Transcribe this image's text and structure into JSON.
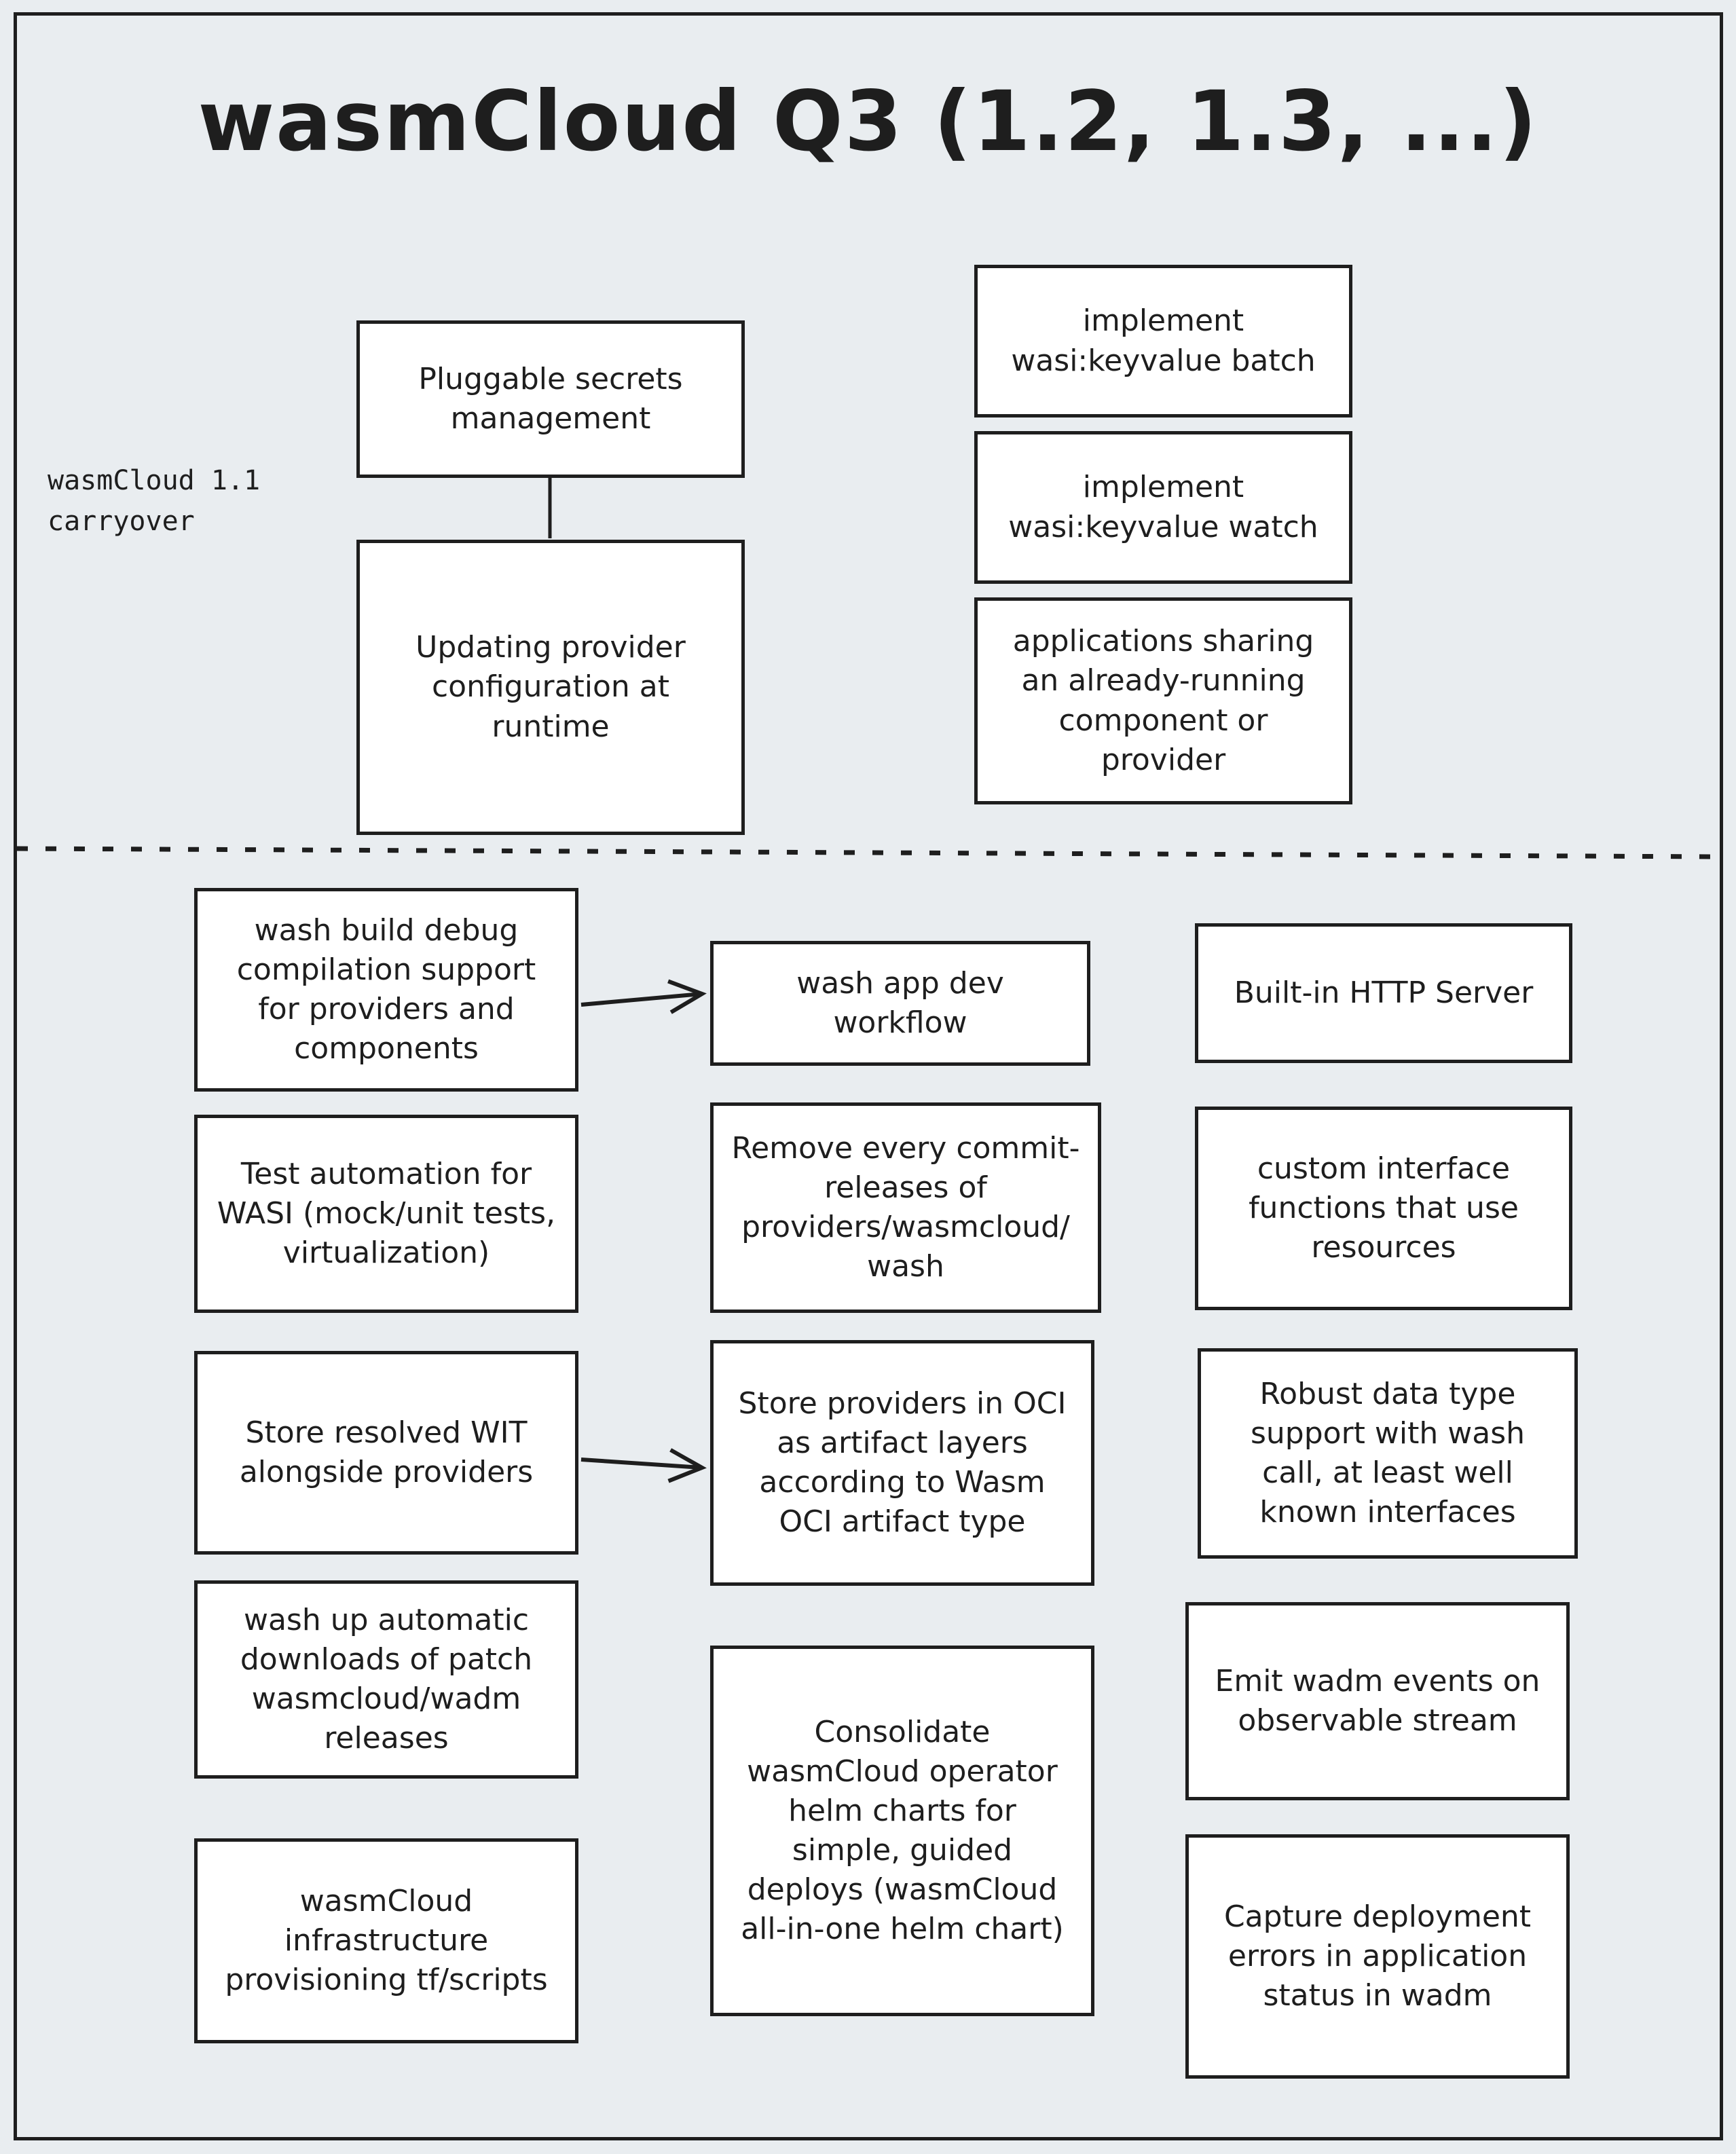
{
  "canvas": {
    "background": "#e9edf0",
    "stroke_color": "#1e1e1e",
    "box_fill": "#ffffff"
  },
  "title": "wasmCloud Q3 (1.2, 1.3, ...)",
  "carryover_note": {
    "line1": "wasmCloud 1.1",
    "line2": "carryover"
  },
  "carryover_items": {
    "pluggable_secrets": "Pluggable secrets management",
    "updating_provider": "Updating provider configuration at runtime",
    "kv_batch": "implement wasi:keyvalue batch",
    "kv_watch": "implement wasi:keyvalue watch",
    "app_sharing": "applications sharing an already-running component or provider"
  },
  "q3_items": {
    "wash_build_debug": "wash build debug compilation support for providers and components",
    "wash_app_dev": "wash app dev workflow",
    "builtin_http_server": "Built-in HTTP Server",
    "test_automation": "Test automation for WASI (mock/unit tests, virtualization)",
    "remove_commit_releases": "Remove every commit-releases of providers/wasmcloud/wash",
    "custom_interface_resources": "custom interface functions that use resources",
    "store_resolved_wit": "Store resolved WIT alongside providers",
    "store_providers_oci": "Store providers in OCI as artifact layers according to Wasm OCI artifact type",
    "robust_data_type": "Robust data type support with wash call, at least well known interfaces",
    "wash_up_downloads": "wash up automatic downloads of patch wasmcloud/wadm releases",
    "consolidate_helm": "Consolidate wasmCloud operator helm charts for simple, guided deploys (wasmCloud all-in-one helm chart)",
    "emit_wadm_events": "Emit wadm events on observable stream",
    "capture_deploy_errors": "Capture deployment errors in application status in wadm",
    "infra_provisioning": "wasmCloud infrastructure provisioning tf/scripts"
  }
}
